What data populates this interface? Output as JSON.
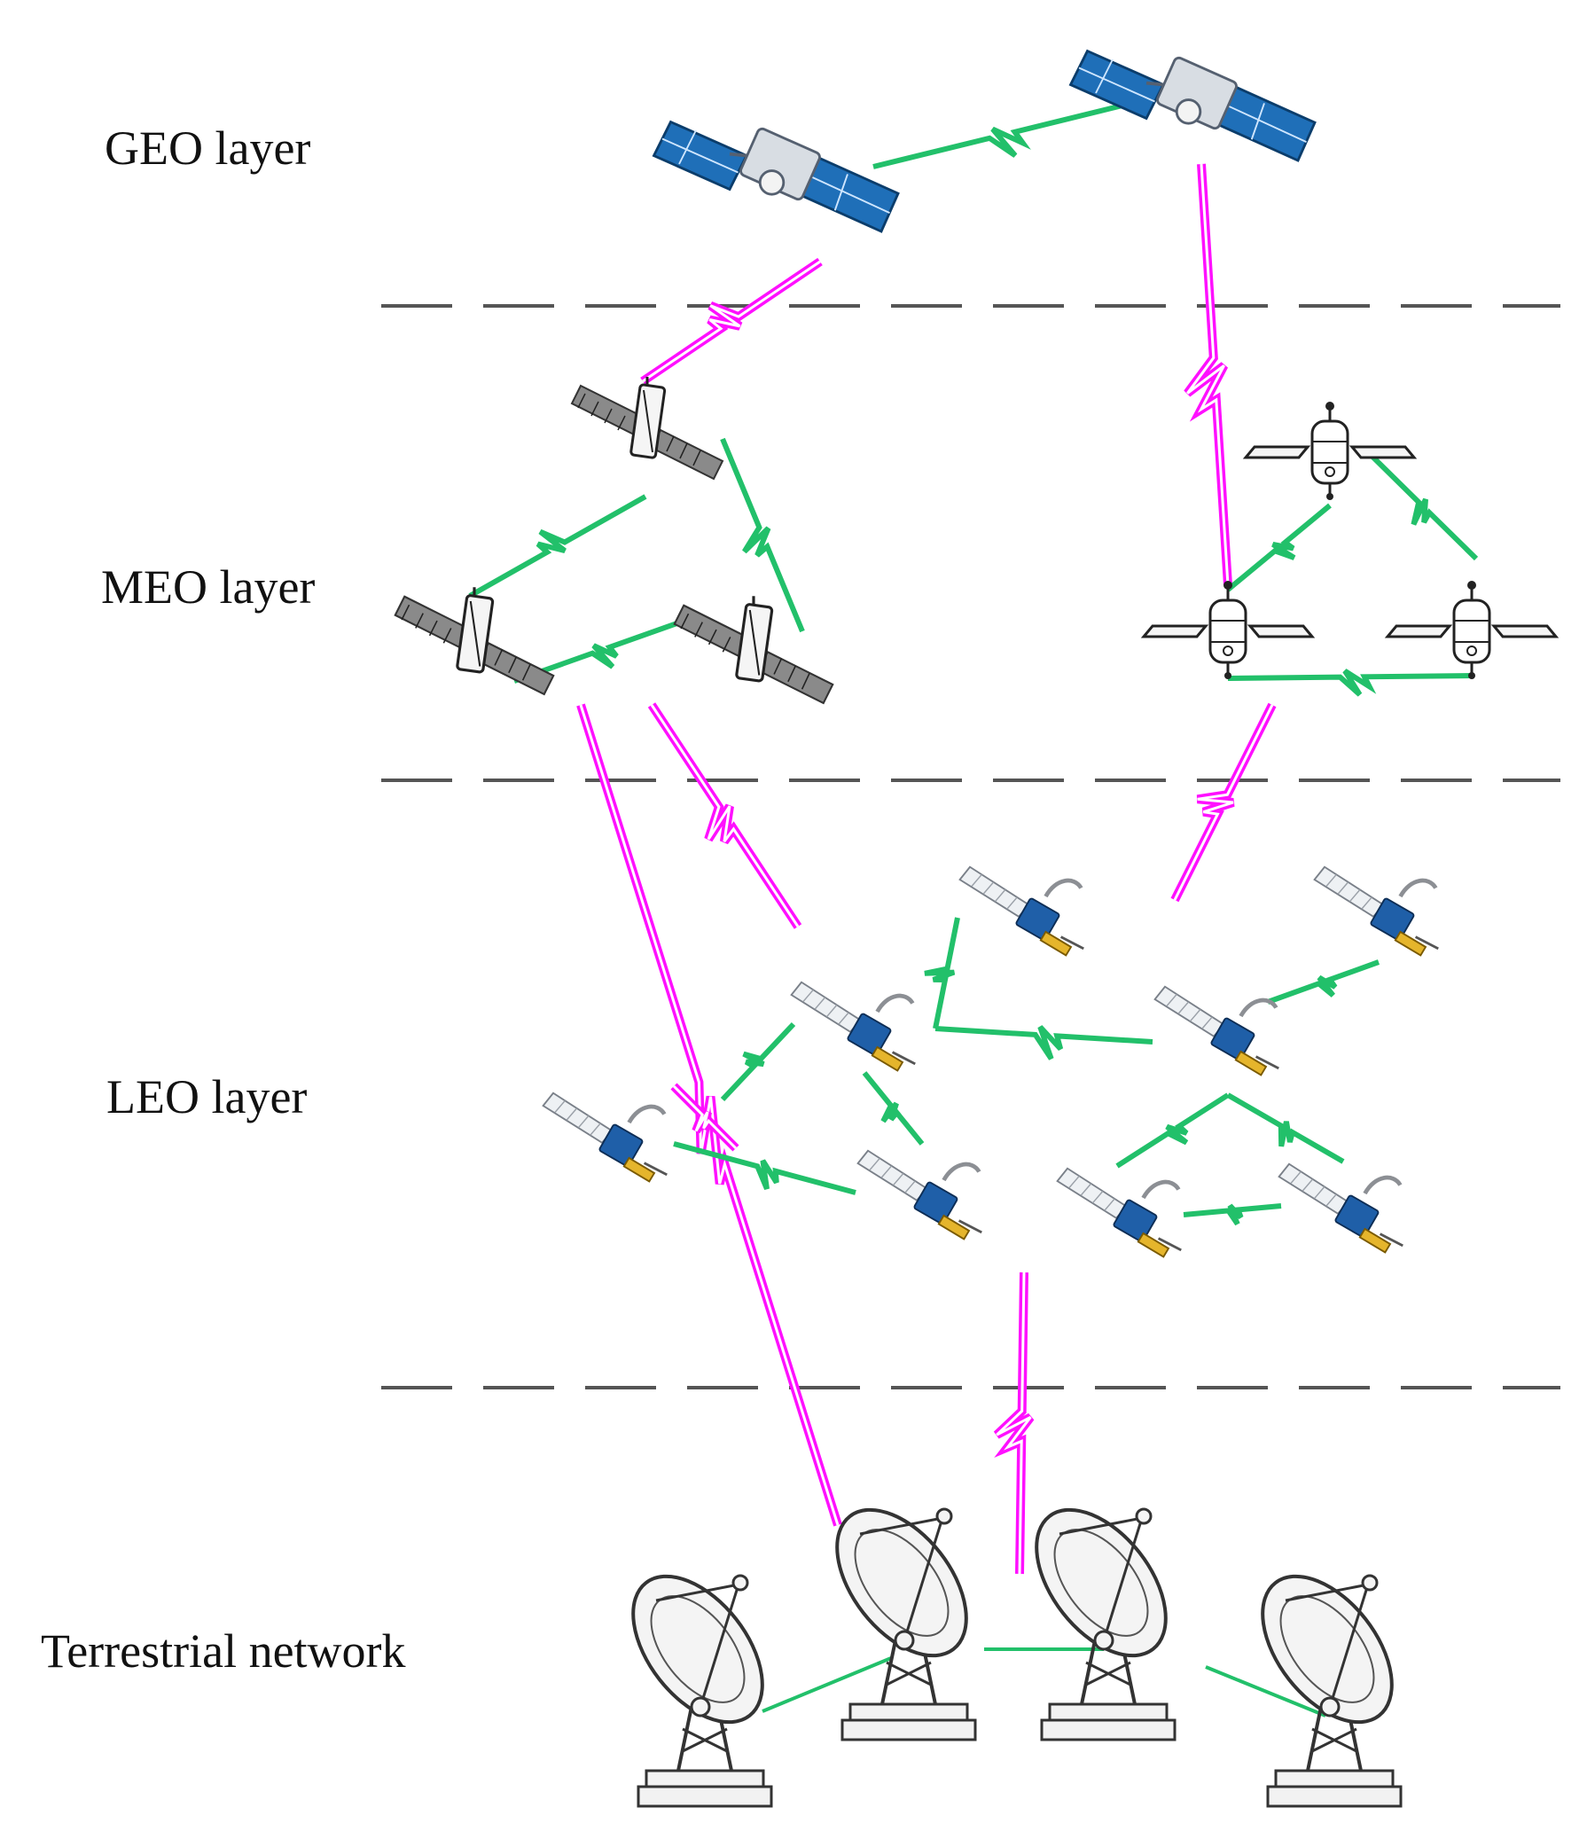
{
  "layers": {
    "geo": "GEO layer",
    "meo": "MEO layer",
    "leo": "LEO layer",
    "terrestrial": "Terrestrial network"
  },
  "colors": {
    "intra_layer_link": "#22c06a",
    "inter_layer_link": "#ff10ff",
    "divider": "#555555",
    "satellite_panel_blue": "#1f6fb8",
    "satellite_panel_gray": "#777777",
    "antenna_stroke": "#333333"
  },
  "icons": {
    "geo_satellite": "satellite-blue-panels-icon",
    "meo_satellite_gray": "satellite-gray-panels-icon",
    "meo_satellite_station": "satellite-station-outline-icon",
    "leo_satellite": "satellite-gold-body-icon",
    "ground_station": "dish-antenna-icon"
  }
}
